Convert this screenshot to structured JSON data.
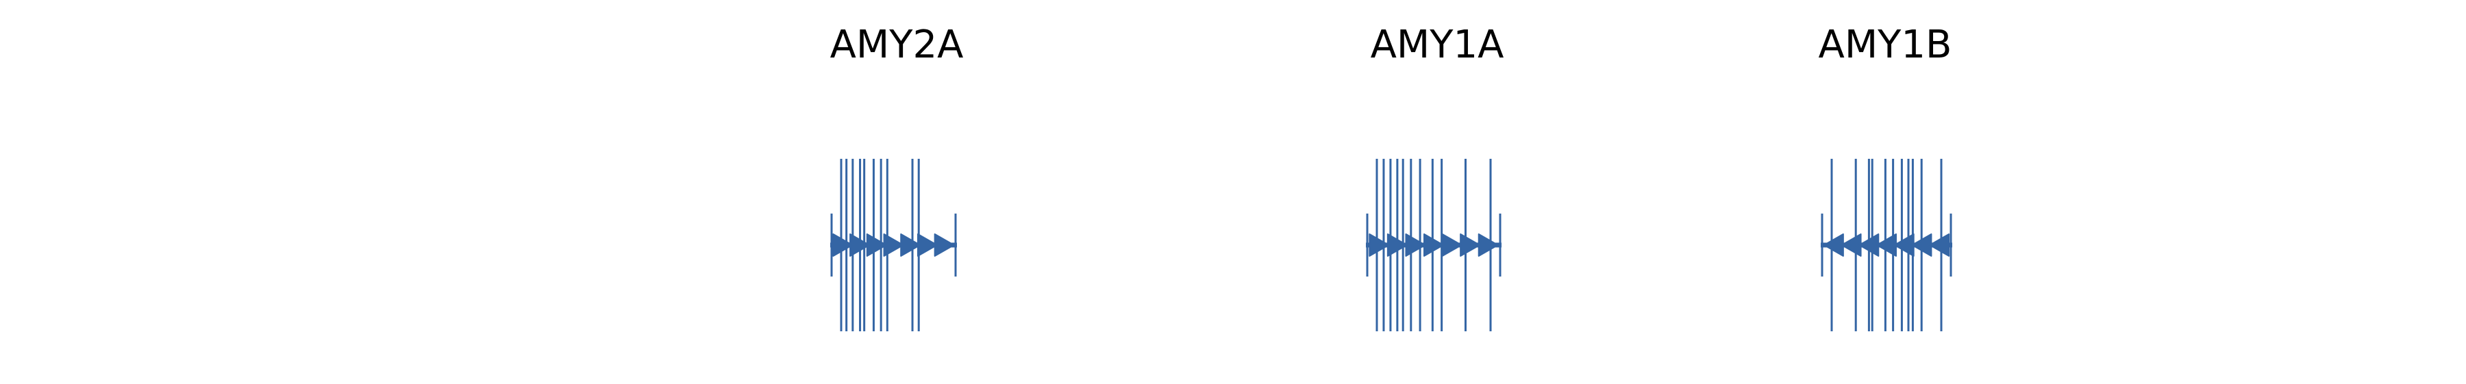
{
  "colors": {
    "feature": "#3465a4",
    "label": "#000000",
    "background": "#ffffff"
  },
  "genes": [
    {
      "name": "AMY2A",
      "strand": "+",
      "exons": 10,
      "glyph": "right-arrow-icon"
    },
    {
      "name": "AMY1A",
      "strand": "+",
      "exons": 11,
      "glyph": "right-arrow-icon"
    },
    {
      "name": "AMY1B",
      "strand": "-",
      "exons": 11,
      "glyph": "left-arrow-icon"
    }
  ]
}
